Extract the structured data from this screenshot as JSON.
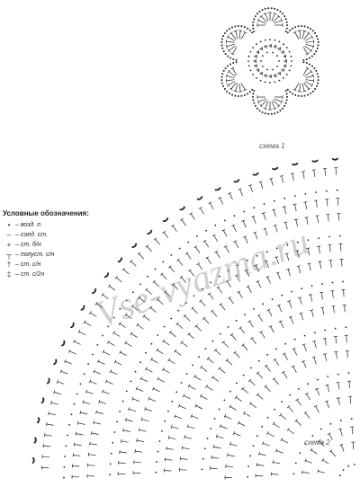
{
  "legend": {
    "title": "Условные обозначения:",
    "items": [
      {
        "symbol": "•",
        "label": "– возд. п."
      },
      {
        "symbol": "–",
        "label": "– соед. ст."
      },
      {
        "symbol": "+",
        "label": "– ст. б/н"
      },
      {
        "symbol": "┬",
        "label": "– полуст. с/н"
      },
      {
        "symbol": "†",
        "label": "– ст. с/н"
      },
      {
        "symbol": "‡",
        "label": "– ст. с/2н"
      }
    ]
  },
  "captions": {
    "scheme1": "схема 1",
    "scheme2": "схема 2"
  },
  "watermark": "Vse-vyazma.ru",
  "colors": {
    "ink": "#222222",
    "background": "#ffffff"
  }
}
